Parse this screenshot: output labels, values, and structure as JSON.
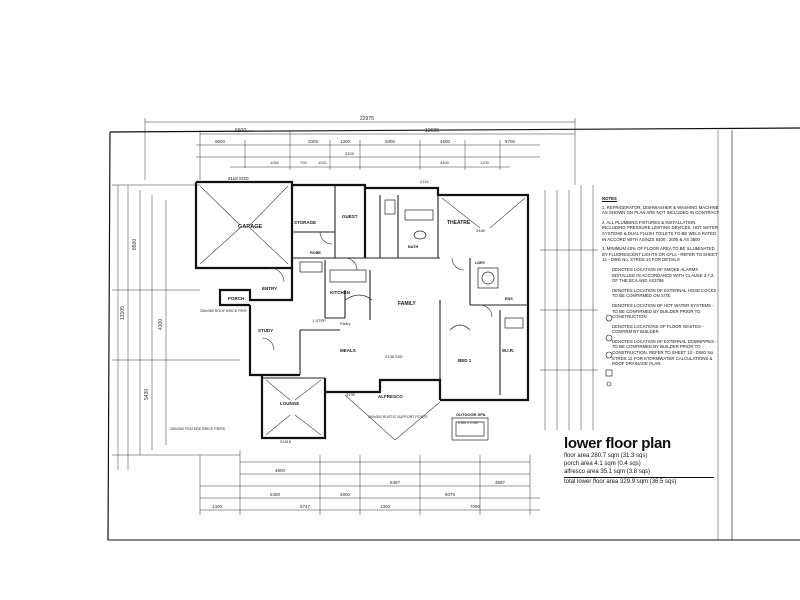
{
  "plan": {
    "title": "lower floor plan",
    "dimensions": {
      "overall": "22975",
      "left_block": "6600",
      "right_block": "13620",
      "d3": "6600",
      "d4": "3305",
      "d5": "1300",
      "d6": "5300",
      "d7": "4500",
      "d8": "5700",
      "d9": "1054",
      "d10": "700",
      "d11": "1120",
      "d12": "3305",
      "d13": "4400",
      "d14": "1200",
      "d15": "2115",
      "b1": "4800",
      "b2": "8487",
      "b3": "3597",
      "b4": "5460",
      "b5": "4800",
      "b6": "6075",
      "b7": "5747",
      "b8": "1400",
      "b9": "1300",
      "b10": "7090",
      "l1": "13105",
      "l2": "8500",
      "l3": "5430",
      "l4": "4100"
    },
    "rooms": [
      {
        "id": "garage",
        "label": "GARAGE"
      },
      {
        "id": "storage",
        "label": "STORAGE"
      },
      {
        "id": "guest",
        "label": "GUEST"
      },
      {
        "id": "theatre",
        "label": "THEATRE"
      },
      {
        "id": "porch",
        "label": "PORCH"
      },
      {
        "id": "entry",
        "label": "ENTRY"
      },
      {
        "id": "kitchen",
        "label": "KITCHEN"
      },
      {
        "id": "family",
        "label": "FAMILY"
      },
      {
        "id": "study",
        "label": "STUDY"
      },
      {
        "id": "meals",
        "label": "MEALS"
      },
      {
        "id": "bed1",
        "label": "BED 1"
      },
      {
        "id": "wir",
        "label": "W.I.R."
      },
      {
        "id": "lounge",
        "label": "LOUNGE"
      },
      {
        "id": "alfresco",
        "label": "ALFRESCO"
      },
      {
        "id": "outdoor_spa",
        "label": "OUTDOOR SPA"
      },
      {
        "id": "bath",
        "label": "BATH"
      },
      {
        "id": "ldry",
        "label": "LDRY"
      },
      {
        "id": "robe",
        "label": "ROBE"
      },
      {
        "id": "ens",
        "label": "ENS"
      }
    ],
    "annotations": {
      "garage_roof": "2118 SOD",
      "porch_pier": "350x350 ROOF BRICK PIER",
      "feature_piers": "350x350 FEATURE BRICK PIERS",
      "rustic_posts": "300x300 RUSTIC SUPPORT POSTS",
      "spa_size": "2.8m x 2.0m",
      "alfresco_dim": "3195",
      "meals_dim": "2138 SIID",
      "lounge_dim": "31818",
      "theatre_dim": "3189",
      "step": "1 STEP",
      "pantry": "Pantry"
    }
  },
  "notes": {
    "heading": "NOTES",
    "items": [
      "1. REFRIGERATOR, DISHWASHER & WASHING MACHINE AS SHOWN ON PLAN ARE NOT INCLUDED IN CONTRACT",
      "2. ALL PLUMBING FIXTURES & INSTALLATION INCLUDING PRESSURE LIMITING DEVICES, HOT WATER SYSTEMS & DUAL FLUSH TOILETS TO BE WELS RATED IN ACCORD WITH AS/NZS 6400 : 2005 & AS 3500",
      "3. MINIMUM 40% OF FLOOR AREA TO BE ILLUMINATED BY FLUORESCENT LIGHTS OR CFLs - REFER TO SHEET 14 - DWG No. STRDS 14 FOR DETAILS",
      "DENOTES LOCATION OF SMOKE ALARMS INSTALLED IN ACCORDANCE WITH CLAUSE 3.7.2. OF THE BCA AND AS3786",
      "DENOTES LOCATION OF EXTERNAL HOSE COCKS - TO BE CONFIRMED ON SITE",
      "DENOTES LOCATION OF HOT WATER SYSTEMS - TO BE CONFIRMED BY BUILDER PRIOR TO CONSTRUCTION",
      "DENOTES LOCATIONS OF FLOOR WASTES - CONFIRM BY BUILDER",
      "DENOTES LOCATION OF EXTERNAL DOWNPIPES - TO BE CONFIRMED BY BUILDER PRIOR TO CONSTRUCTION. REFER TO SHEET 13 - DWG No. STRDS 12 FOR STORMWATER CALCULATIONS & ROOF DRAINAGE PLAN"
    ]
  },
  "summary": {
    "title": "lower floor plan",
    "floor_area": "floor area 280.7 sqm (31.3 sqs)",
    "porch_area": "porch area 4.1 sqm (0.4 sqs)",
    "alfresco_area": "alfresco area 35.1 sqm (3.8 sqs)",
    "total_area": "total lower floor area 329.9 sqm (36.5 sqs)"
  }
}
